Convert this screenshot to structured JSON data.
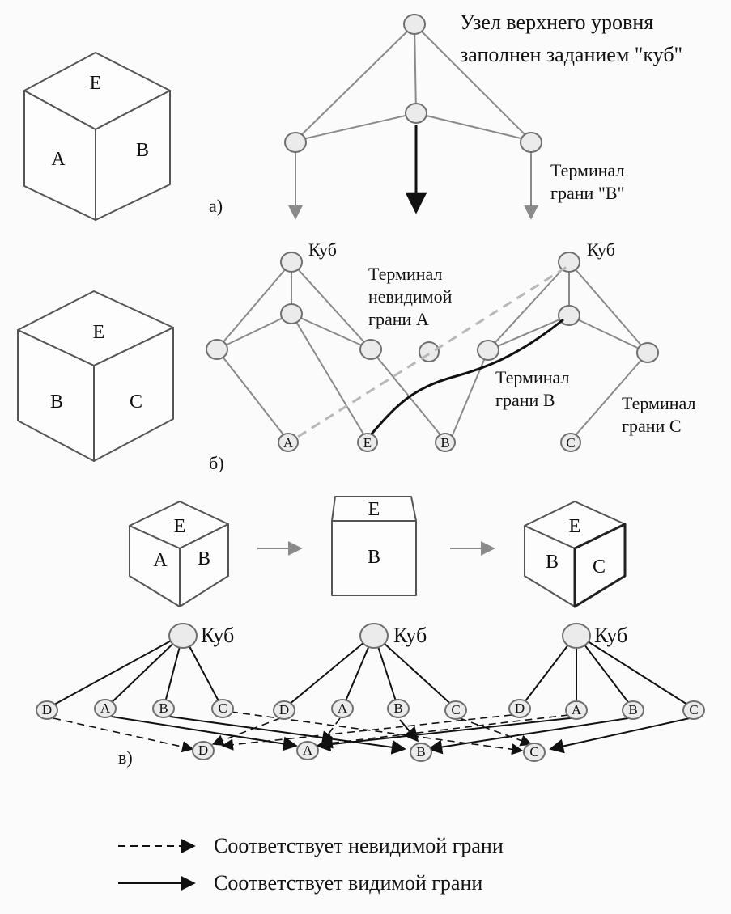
{
  "part_a": {
    "caption": "а)",
    "top_note_line1": "Узел верхнего уровня",
    "top_note_line2": "заполнен заданием \"куб\"",
    "terminal_line1": "Терминал",
    "terminal_line2": "грани \"B\"",
    "cube_faces": [
      "E",
      "A",
      "B"
    ]
  },
  "part_b": {
    "caption": "б)",
    "cube_label": "Куб",
    "hidden_terminal_lines": [
      "Терминал",
      "невидимой",
      "грани A"
    ],
    "terminal_b_lines": [
      "Терминал",
      "грани B"
    ],
    "terminal_c_lines": [
      "Терминал",
      "грани C"
    ],
    "leaves": [
      "A",
      "E",
      "B",
      "C"
    ],
    "cube_faces": [
      "E",
      "B",
      "C"
    ]
  },
  "part_v": {
    "caption": "в)",
    "cube_label": "Куб",
    "sequence": [
      {
        "faces": [
          "E",
          "A",
          "B"
        ]
      },
      {
        "faces": [
          "E",
          "B"
        ]
      },
      {
        "faces": [
          "E",
          "B",
          "C"
        ]
      }
    ],
    "children": [
      "D",
      "A",
      "B",
      "C"
    ],
    "bottom_nodes": [
      "D",
      "A",
      "B",
      "C"
    ]
  },
  "legend": {
    "dashed": "Соответствует невидимой грани",
    "solid": "Соответствует видимой грани"
  }
}
